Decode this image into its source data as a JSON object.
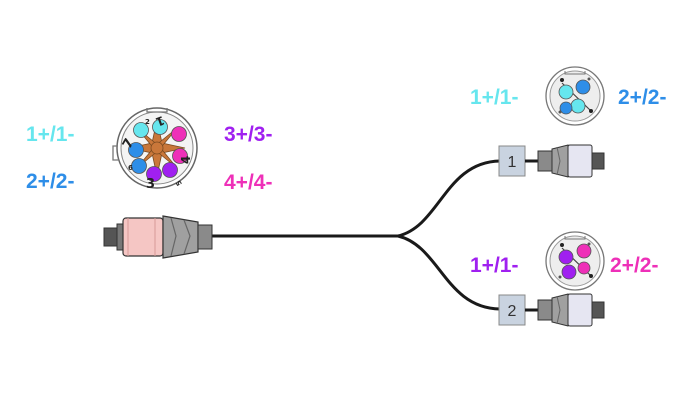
{
  "colors": {
    "pair1": "#66e6ee",
    "pair2": "#2e8ee8",
    "pair3": "#a020f0",
    "pair4": "#ee30b8",
    "cable": "#1a1a1a",
    "tag_fill": "#c9d3e0",
    "insulator": "#c9773a",
    "main_boot": "#f5c6c4",
    "branch_boot": "#e6e6f2"
  },
  "main_connector": {
    "pin_numbers": [
      "1",
      "2",
      "3",
      "4",
      "5",
      "6",
      "7"
    ],
    "labels": {
      "pair1": "1+/1-",
      "pair2": "2+/2-",
      "pair3": "3+/3-",
      "pair4": "4+/4-"
    }
  },
  "branches": [
    {
      "tag": "1",
      "labels": {
        "left": "1+/1-",
        "right": "2+/2-"
      },
      "pin_colors": [
        "pair1",
        "pair1",
        "pair2",
        "pair2"
      ]
    },
    {
      "tag": "2",
      "labels": {
        "left": "1+/1-",
        "right": "2+/2-"
      },
      "pin_colors": [
        "pair3",
        "pair3",
        "pair4",
        "pair4"
      ]
    }
  ]
}
